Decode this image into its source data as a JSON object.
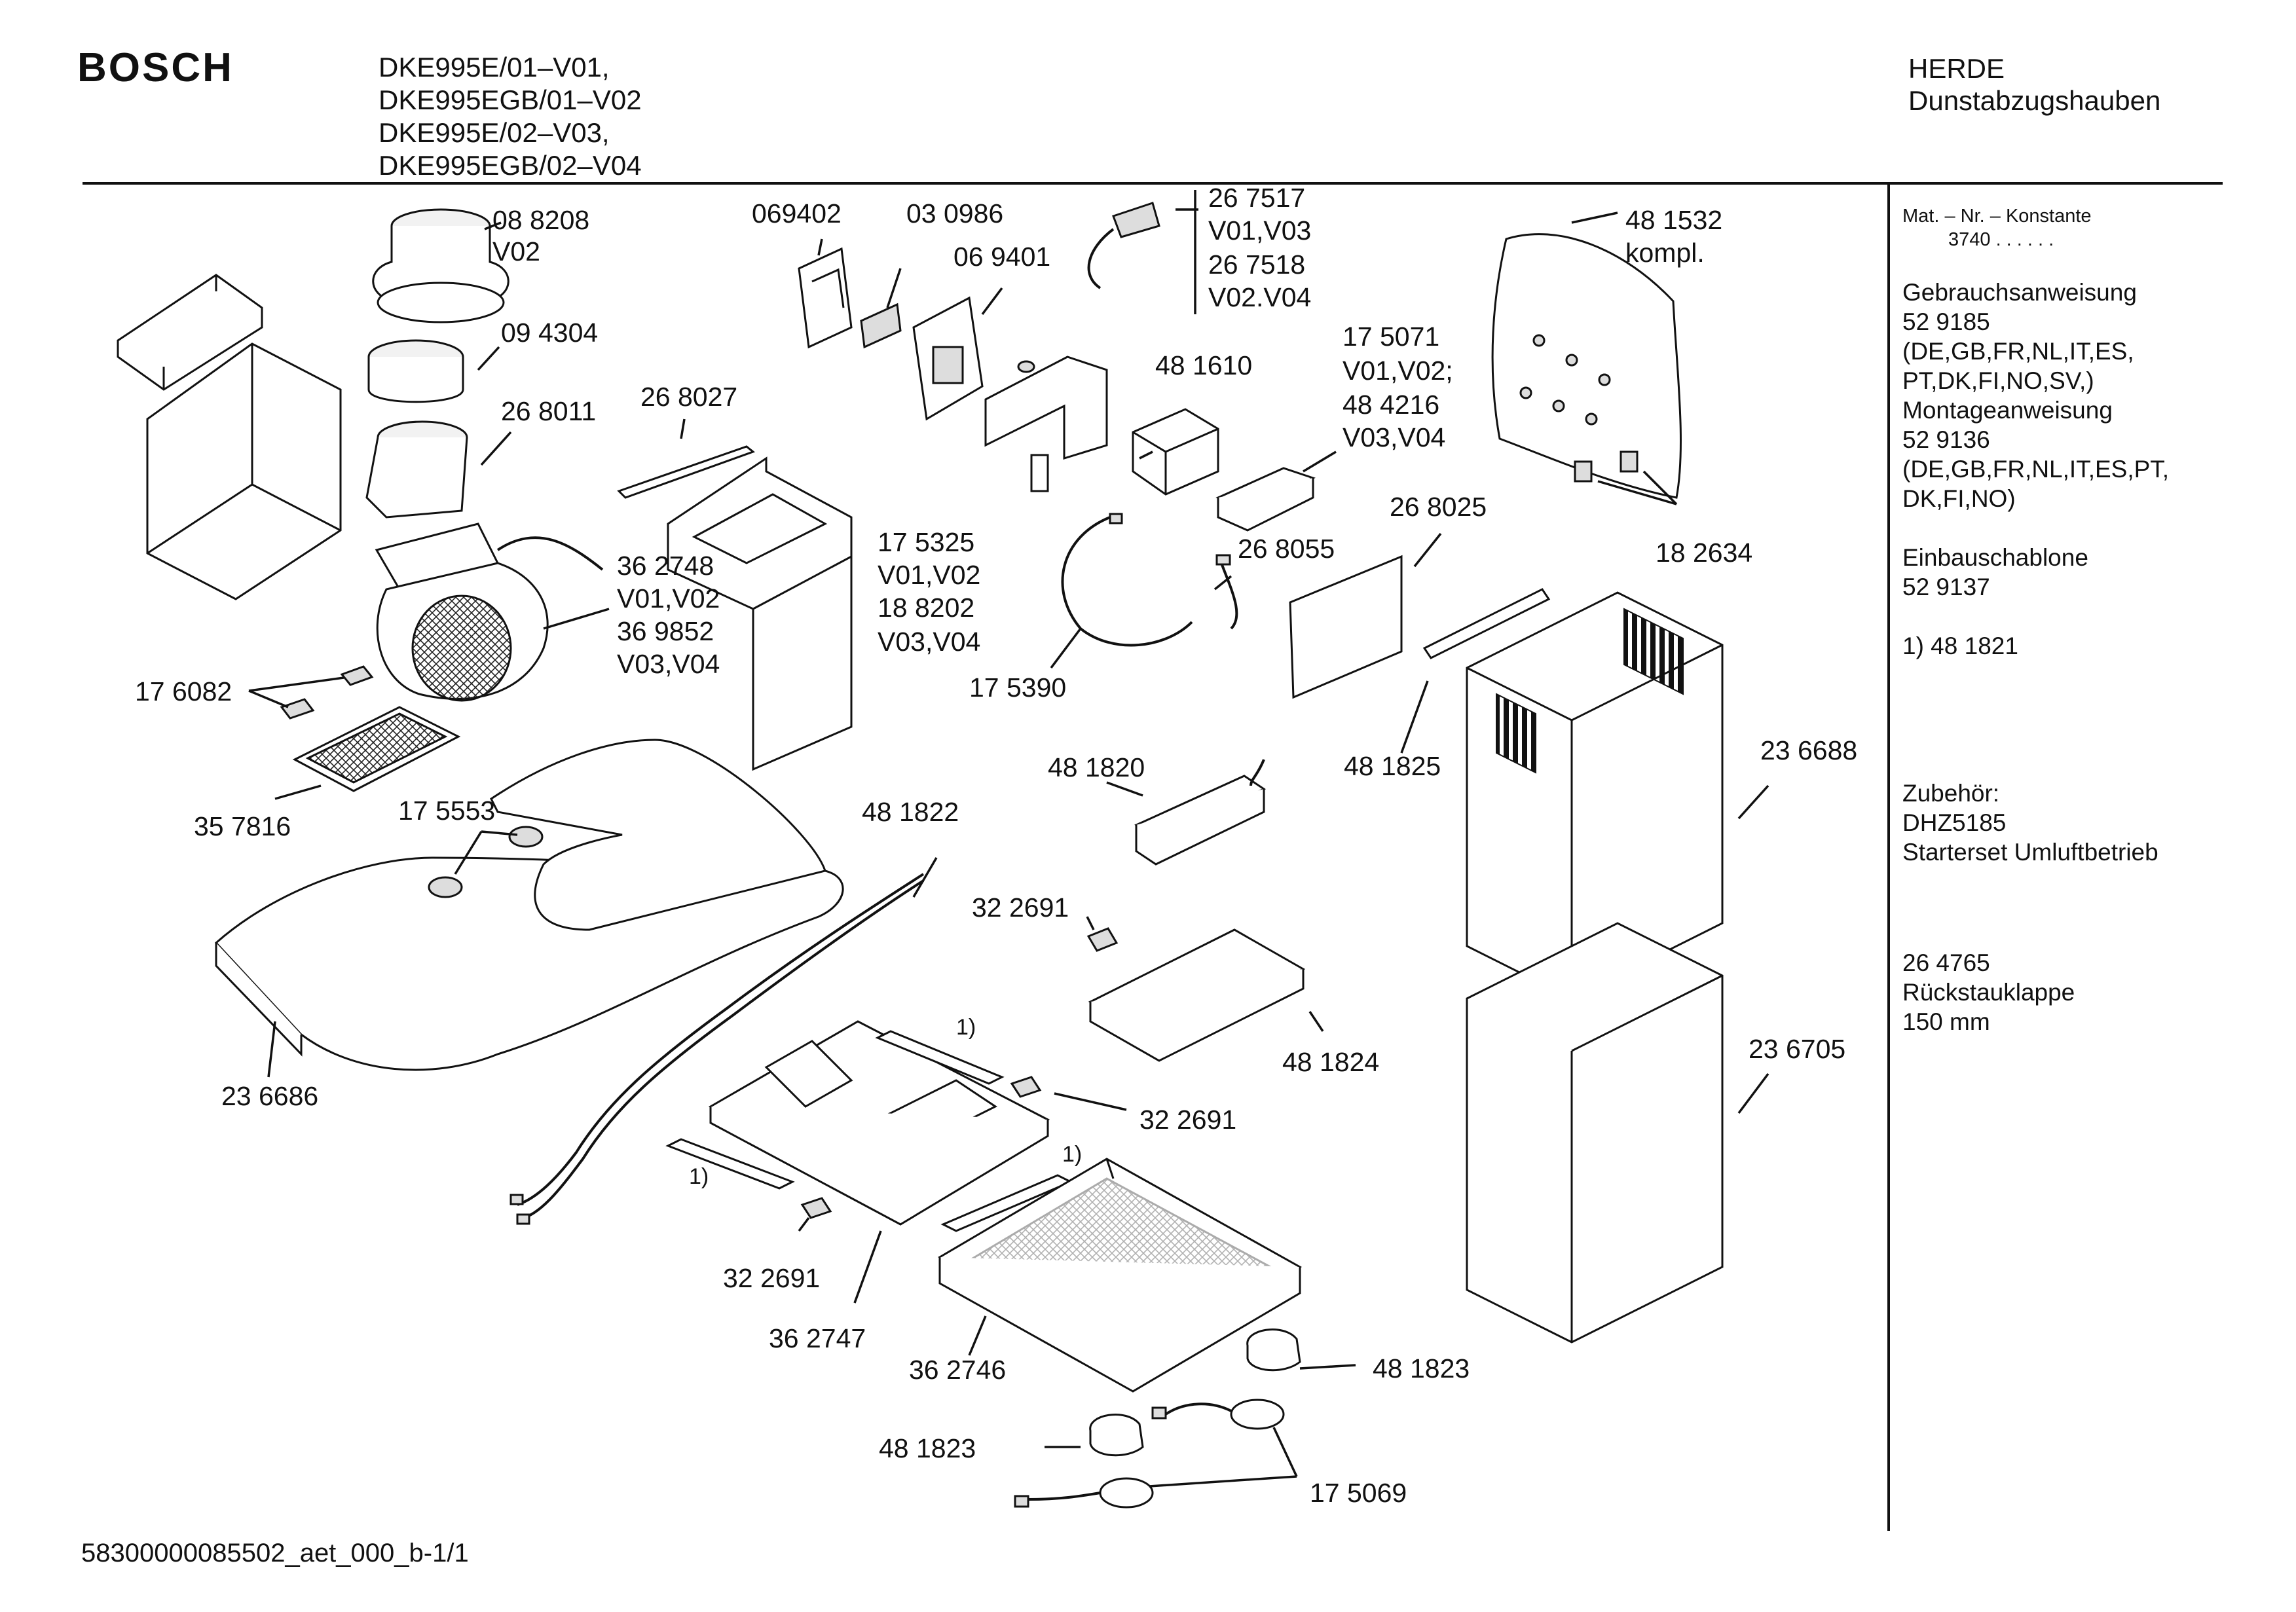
{
  "header": {
    "brand": "BOSCH",
    "models": [
      "DKE995E/01–V01,",
      "DKE995EGB/01–V02",
      "DKE995E/02–V03,",
      "DKE995EGB/02–V04"
    ],
    "category_line1": "HERDE",
    "category_line2": "Dunstabzugshauben"
  },
  "info_panel": {
    "mat_label": "Mat. – Nr. – Konstante",
    "mat_value": "3740 . . . . . .",
    "gebrauch_title": "Gebrauchsanweisung",
    "gebrauch_number": "52 9185",
    "gebrauch_langs1": "(DE,GB,FR,NL,IT,ES,",
    "gebrauch_langs2": "PT,DK,FI,NO,SV,)",
    "montage_title": "Montageanweisung",
    "montage_number": "52 9136",
    "montage_langs1": "(DE,GB,FR,NL,IT,ES,PT,",
    "montage_langs2": "DK,FI,NO)",
    "schablone_title": "Einbauschablone",
    "schablone_number": "52 9137",
    "footnote": "1)  48 1821",
    "zubehoer_title": "Zubehör:",
    "zubehoer_model": "DHZ5185",
    "zubehoer_desc": "Starterset  Umluftbetrieb",
    "rueckstau_number": "26 4765",
    "rueckstau_title": "Rückstauklappe",
    "rueckstau_size": "150 mm"
  },
  "callouts": {
    "c088208": "08 8208",
    "c088208_v": "V02",
    "c094304": "09 4304",
    "c268011": "26 8011",
    "c268027": "26 8027",
    "c362748": "36 2748",
    "c362748_v": "V01,V02",
    "c369852": "36 9852",
    "c369852_v": "V03,V04",
    "c176082": "17 6082",
    "c357816": "35 7816",
    "c175553": "17 5553",
    "c236686": "23 6686",
    "c069402": "069402",
    "c030986": "03 0986",
    "c069401": "06 9401",
    "c267517": "26 7517",
    "c267517_v": "V01,V03",
    "c267518": "26 7518",
    "c267518_v": "V02.V04",
    "c481610": "48 1610",
    "c175071": "17 5071",
    "c175071_v": "V01,V02;",
    "c484216": "48 4216",
    "c484216_v": "V03,V04",
    "c175325": "17 5325",
    "c175325_v": "V01,V02",
    "c188202": "18 8202",
    "c188202_v": "V03,V04",
    "c268055": "26 8055",
    "c175390": "17 5390",
    "c481532": "48 1532",
    "c481532_v": "kompl.",
    "c182634": "18 2634",
    "c268025": "26 8025",
    "c481825": "48 1825",
    "c236688": "23 6688",
    "c236705": "23 6705",
    "c481820": "48 1820",
    "c481822": "48 1822",
    "c322691a": "32 2691",
    "c481824": "48 1824",
    "c322691b": "32 2691",
    "c322691c": "32 2691",
    "c362747": "36 2747",
    "c362746": "36 2746",
    "c481823a": "48 1823",
    "c481823b": "48 1823",
    "c175069": "17 5069",
    "fn1a": "1)",
    "fn1b": "1)",
    "fn1c": "1)"
  },
  "footer": {
    "doc_id": "58300000085502_aet_000_b-1/1"
  }
}
